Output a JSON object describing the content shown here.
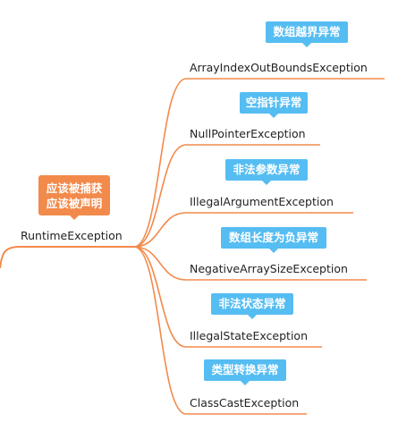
{
  "root": {
    "label": "RuntimeException",
    "note_line1": "应该被捕获",
    "note_line2": "应该被声明"
  },
  "branches": [
    {
      "label": "ArrayIndexOutBoundsException",
      "badge": "数组越界异常"
    },
    {
      "label": "NullPointerException",
      "badge": "空指针异常"
    },
    {
      "label": "IllegalArgumentException",
      "badge": "非法参数异常"
    },
    {
      "label": "NegativeArraySizeException",
      "badge": "数组长度为负异常"
    },
    {
      "label": "IllegalStateException",
      "badge": "非法状态异常"
    },
    {
      "label": "ClassCastException",
      "badge": "类型转换异常"
    }
  ],
  "colors": {
    "connector": "#f28a4b",
    "badge": "#55bdf2",
    "note": "#f28a4b",
    "text": "#222222"
  }
}
